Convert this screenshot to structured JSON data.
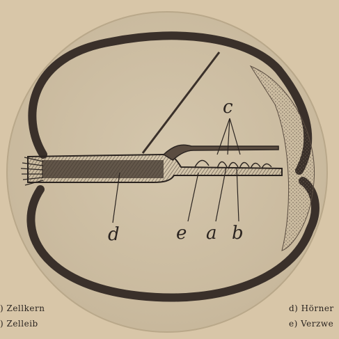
{
  "figure": {
    "labels": {
      "a": "a",
      "b": "b",
      "c": "c",
      "d": "d",
      "e": "e"
    }
  },
  "captions": {
    "left": [
      ") Zellkern",
      ") Zelleib"
    ],
    "right": [
      "d) Hörner",
      "e) Verzwe"
    ]
  },
  "colors": {
    "paper": "#d8c6a8",
    "disc": "#d0c1a6",
    "ink": "#2b2420"
  }
}
